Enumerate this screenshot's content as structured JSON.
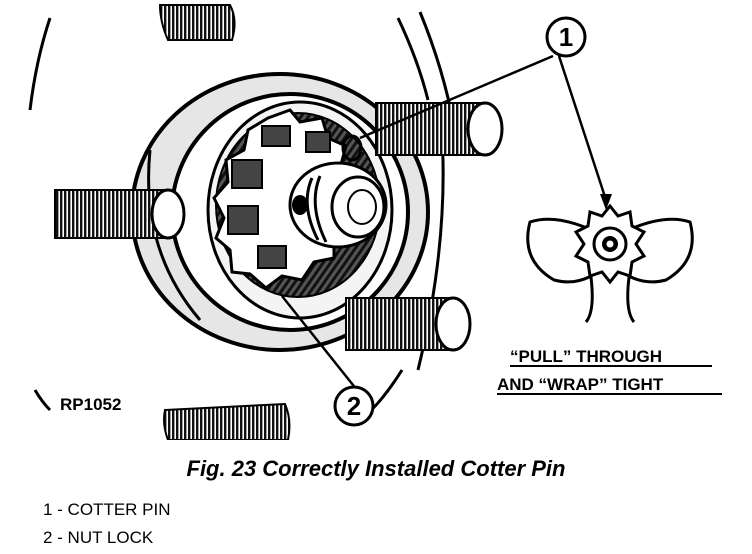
{
  "figure": {
    "image_code": "RP1052",
    "callouts": [
      "1",
      "2"
    ],
    "instruction_line1": "“PULL” THROUGH",
    "instruction_line2": "AND “WRAP” TIGHT"
  },
  "caption": "Fig. 23 Correctly Installed Cotter Pin",
  "legend": [
    {
      "text": "1 - COTTER PIN"
    },
    {
      "text": "2 - NUT LOCK"
    }
  ],
  "colors": {
    "ink": "#000000",
    "paper": "#ffffff",
    "shade": "#3a3a3a"
  }
}
